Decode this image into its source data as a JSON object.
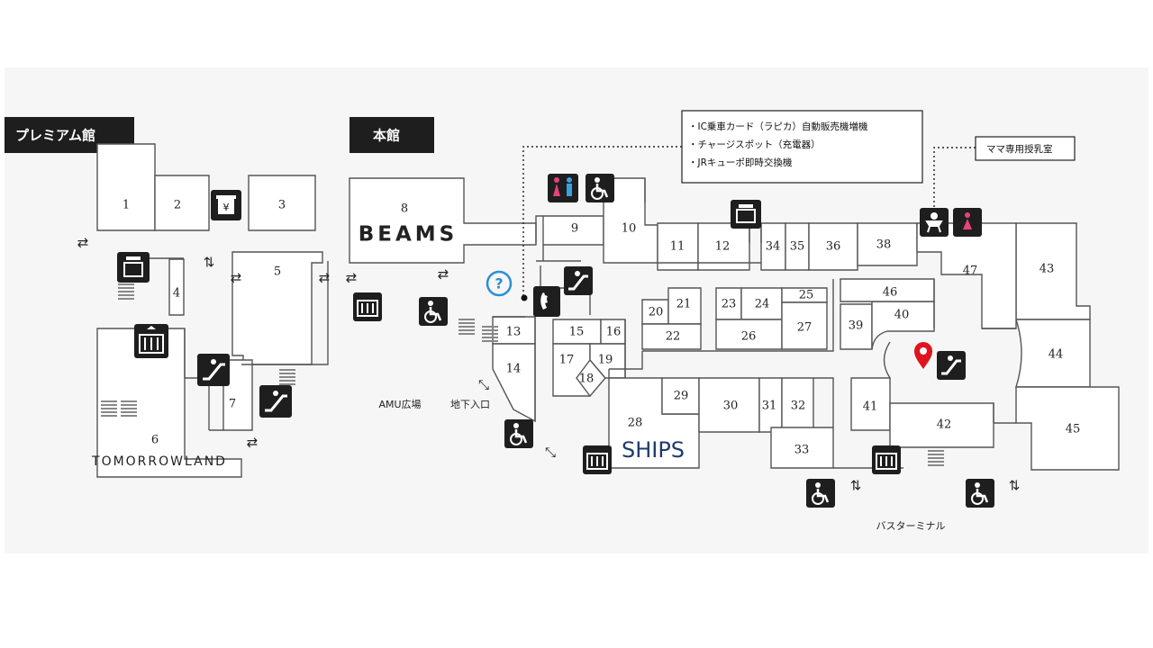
{
  "buildings": {
    "premium": "プレミアム館",
    "main": "本館"
  },
  "shops": [
    {
      "id": "1",
      "label": "1"
    },
    {
      "id": "2",
      "label": "2"
    },
    {
      "id": "3",
      "label": "3"
    },
    {
      "id": "4",
      "label": "4"
    },
    {
      "id": "5",
      "label": "5"
    },
    {
      "id": "6",
      "label": "6"
    },
    {
      "id": "7",
      "label": "7"
    },
    {
      "id": "8",
      "label": "8"
    },
    {
      "id": "9",
      "label": "9"
    },
    {
      "id": "10",
      "label": "10"
    },
    {
      "id": "11",
      "label": "11"
    },
    {
      "id": "12",
      "label": "12"
    },
    {
      "id": "13",
      "label": "13"
    },
    {
      "id": "14",
      "label": "14"
    },
    {
      "id": "15",
      "label": "15"
    },
    {
      "id": "16",
      "label": "16"
    },
    {
      "id": "17",
      "label": "17"
    },
    {
      "id": "18",
      "label": "18"
    },
    {
      "id": "19",
      "label": "19"
    },
    {
      "id": "20",
      "label": "20"
    },
    {
      "id": "21",
      "label": "21"
    },
    {
      "id": "22",
      "label": "22"
    },
    {
      "id": "23",
      "label": "23"
    },
    {
      "id": "24",
      "label": "24"
    },
    {
      "id": "25",
      "label": "25"
    },
    {
      "id": "26",
      "label": "26"
    },
    {
      "id": "27",
      "label": "27"
    },
    {
      "id": "28",
      "label": "28"
    },
    {
      "id": "29",
      "label": "29"
    },
    {
      "id": "30",
      "label": "30"
    },
    {
      "id": "31",
      "label": "31"
    },
    {
      "id": "32",
      "label": "32"
    },
    {
      "id": "33",
      "label": "33"
    },
    {
      "id": "34",
      "label": "34"
    },
    {
      "id": "35",
      "label": "35"
    },
    {
      "id": "36",
      "label": "36"
    },
    {
      "id": "38",
      "label": "38"
    },
    {
      "id": "39",
      "label": "39"
    },
    {
      "id": "40",
      "label": "40"
    },
    {
      "id": "41",
      "label": "41"
    },
    {
      "id": "42",
      "label": "42"
    },
    {
      "id": "43",
      "label": "43"
    },
    {
      "id": "44",
      "label": "44"
    },
    {
      "id": "45",
      "label": "45"
    },
    {
      "id": "46",
      "label": "46"
    },
    {
      "id": "47",
      "label": "47"
    }
  ],
  "brands": {
    "beams": "BEAMS",
    "tomorrowland": "TOMORROWLAND",
    "ships": "SHIPS"
  },
  "places": {
    "amu_plaza": "AMU広場",
    "underground_entrance": "地下入口",
    "bus_terminal": "バスターミナル"
  },
  "info_box": {
    "items": [
      "・IC乗車カード（ラピカ）自動販売機増機",
      "・チャージスポット（充電器）",
      "・JRキューポ即時交換機"
    ]
  },
  "nursing_room": "ママ専用授乳室",
  "colors": {
    "tag_bg": "#1e1e1e",
    "info_icon": "#2b8fd6",
    "pin": "#e0141e",
    "ships": "#1f3b6b",
    "female": "#e8427a",
    "male": "#3aa0e0"
  },
  "icons": [
    "atm-icon",
    "elevator-icon",
    "escalator-icon",
    "wheelchair-icon",
    "restroom-icon",
    "phone-icon",
    "info-icon",
    "baby-icon",
    "female-restroom-icon",
    "locker-icon",
    "location-pin-icon"
  ]
}
